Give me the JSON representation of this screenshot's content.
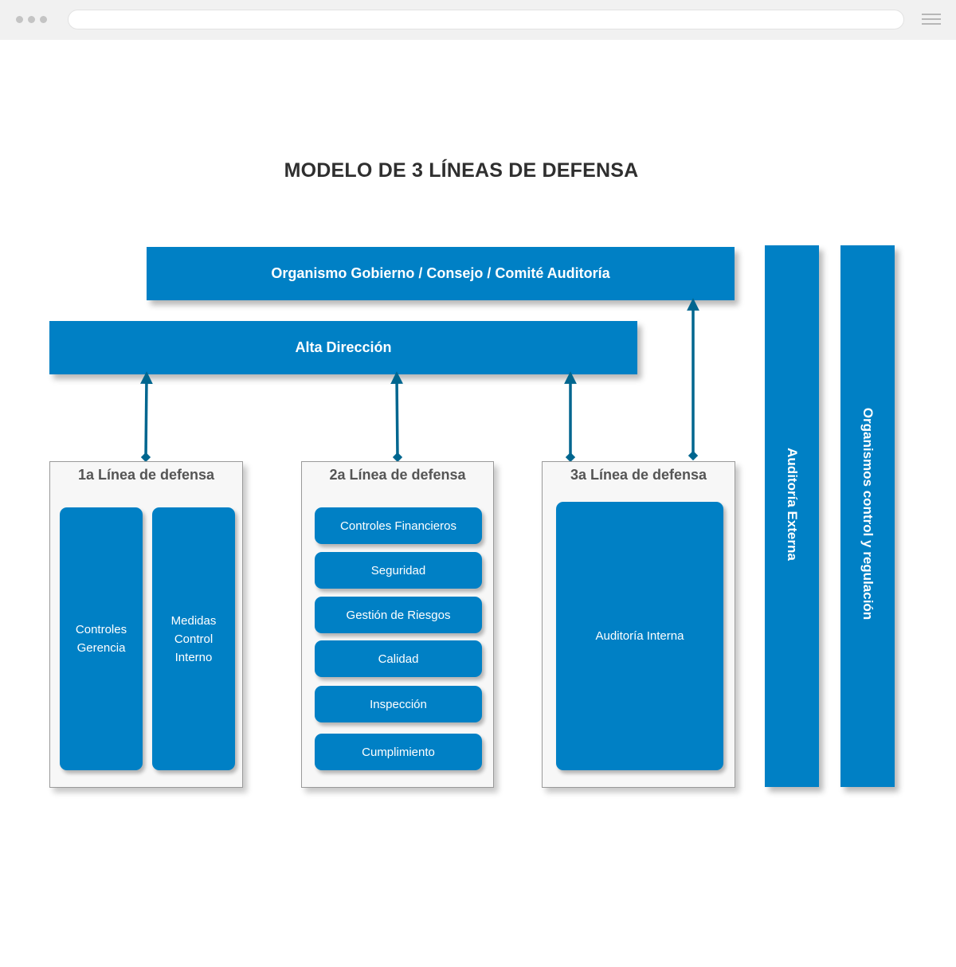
{
  "title": "MODELO DE 3 LÍNEAS DE DEFENSA",
  "colors": {
    "accent": "#0080c5",
    "connector": "#00668f",
    "panel_bg": "#f7f7f7",
    "title": "#2f2f2f"
  },
  "governance_bar": "Organismo Gobierno / Consejo / Comité Auditoría",
  "senior_management_bar": "Alta Dirección",
  "external_audit_bar": "Auditoría Externa",
  "regulators_bar": "Organismos control y regulación",
  "first_line": {
    "title": "1a Línea de defensa",
    "boxes": [
      {
        "lines": [
          "Controles",
          "Gerencia"
        ]
      },
      {
        "lines": [
          "Medidas",
          "Control",
          "Interno"
        ]
      }
    ]
  },
  "second_line": {
    "title": "2a Línea de defensa",
    "boxes": [
      "Controles Financieros",
      "Seguridad",
      "Gestión de Riesgos",
      "Calidad",
      "Inspección",
      "Cumplimiento"
    ]
  },
  "third_line": {
    "title": "3a Línea de defensa",
    "boxes": [
      "Auditoría Interna"
    ]
  }
}
